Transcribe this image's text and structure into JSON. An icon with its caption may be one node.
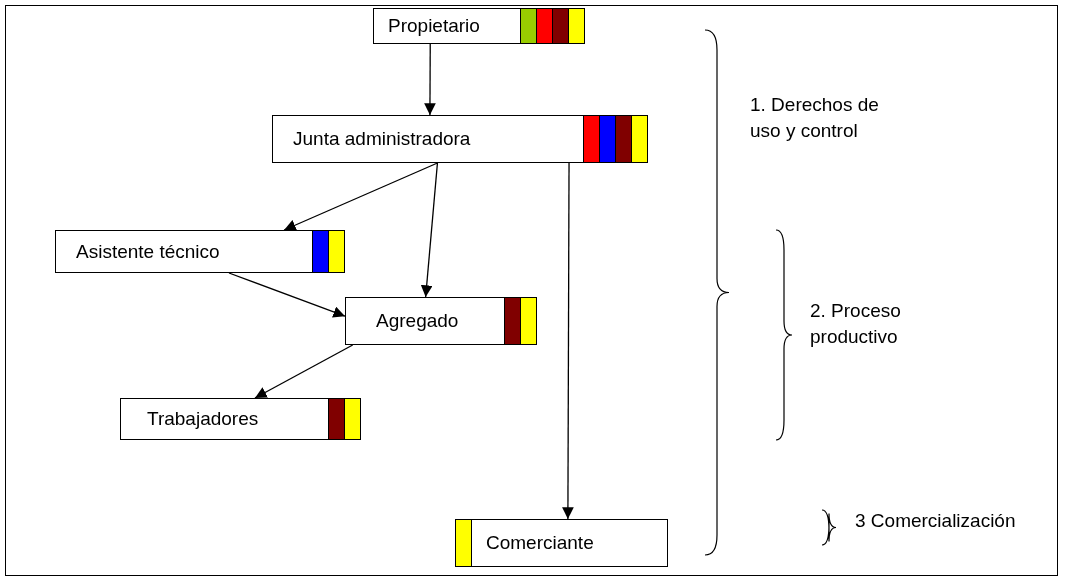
{
  "diagram": {
    "nodes": [
      {
        "text": [
          "Propietario"
        ]
      },
      {
        "text": [
          "Junta administradora"
        ]
      },
      {
        "text": [
          "Asistente técnico"
        ]
      },
      {
        "text": [
          "Agregado"
        ]
      },
      {
        "text": [
          "Trabajadores"
        ]
      },
      {
        "text": [
          "Comerciante"
        ]
      }
    ],
    "edges": [
      {
        "from": 0,
        "to": 1,
        "arrow": "to"
      },
      {
        "from": 1,
        "to": 2,
        "arrow": "to"
      },
      {
        "from": 1,
        "to": 3,
        "arrow": "to"
      },
      {
        "from": 1,
        "to": 5,
        "arrow": "to"
      },
      {
        "from": 2,
        "to": 3,
        "arrow": "to"
      },
      {
        "from": 3,
        "to": 4,
        "arrow": "to"
      }
    ],
    "labels": [
      "1. Derechos de uso y control",
      "2. Proceso productivo",
      "3 Comercialización"
    ]
  }
}
